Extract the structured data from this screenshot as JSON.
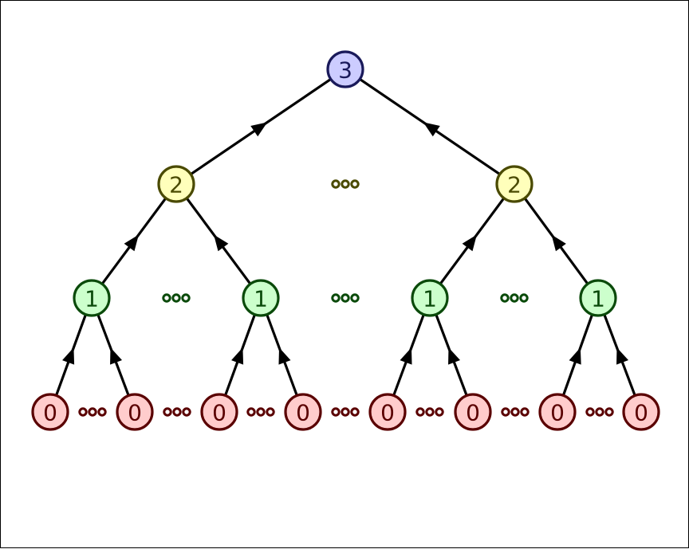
{
  "node_levels": [
    {
      "level": 0,
      "label": "0",
      "fill": "#ffcccc",
      "stroke": "#5a0000",
      "text_color": "#5a0000",
      "count": 8
    },
    {
      "level": 1,
      "label": "1",
      "fill": "#ccffcc",
      "stroke": "#0a4a0a",
      "text_color": "#0a4a0a",
      "count": 4
    },
    {
      "level": 2,
      "label": "2",
      "fill": "#ffffbb",
      "stroke": "#4a4a00",
      "text_color": "#4a4a00",
      "count": 2
    },
    {
      "level": 3,
      "label": "3",
      "fill": "#ccccff",
      "stroke": "#1a1a5a",
      "text_color": "#1a1a5a",
      "count": 1
    }
  ],
  "edges": [
    {
      "from": "level-0-node-1",
      "to": "level-1-node-1"
    },
    {
      "from": "level-0-node-2",
      "to": "level-1-node-1"
    },
    {
      "from": "level-0-node-3",
      "to": "level-1-node-2"
    },
    {
      "from": "level-0-node-4",
      "to": "level-1-node-2"
    },
    {
      "from": "level-0-node-5",
      "to": "level-1-node-3"
    },
    {
      "from": "level-0-node-6",
      "to": "level-1-node-3"
    },
    {
      "from": "level-0-node-7",
      "to": "level-1-node-4"
    },
    {
      "from": "level-0-node-8",
      "to": "level-1-node-4"
    },
    {
      "from": "level-1-node-1",
      "to": "level-2-node-1"
    },
    {
      "from": "level-1-node-2",
      "to": "level-2-node-1"
    },
    {
      "from": "level-1-node-3",
      "to": "level-2-node-2"
    },
    {
      "from": "level-1-node-4",
      "to": "level-2-node-2"
    },
    {
      "from": "level-2-node-1",
      "to": "level-3-node-1"
    },
    {
      "from": "level-2-node-2",
      "to": "level-3-node-1"
    }
  ],
  "ellipsis_colors": {
    "level-0": "#5a0000",
    "level-1": "#0a4a0a",
    "level-2": "#4a4a00"
  }
}
